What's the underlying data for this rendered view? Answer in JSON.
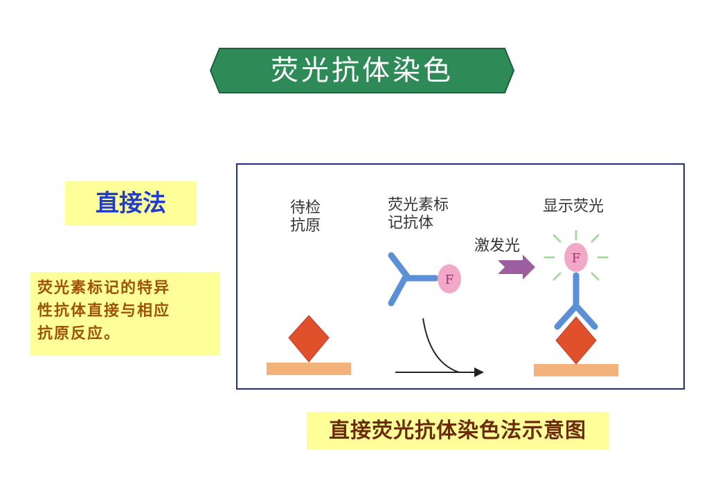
{
  "title": "荧光抗体染色",
  "method_label": "直接法",
  "description_lines": [
    "荧光素标记的特异",
    "性抗体直接与相应",
    "抗原反应。"
  ],
  "diagram": {
    "antigen_label_lines": [
      "待检",
      "抗原"
    ],
    "labeled_antibody_label_lines": [
      "荧光素标",
      "记抗体"
    ],
    "excitation_label": "激发光",
    "display_label": "显示荧光",
    "fluor_symbol": "F"
  },
  "caption": "直接荧光抗体染色法示意图",
  "colors": {
    "banner": "#2e8b57",
    "highlight": "#ffff99",
    "antibody": "#5b8fd6",
    "antigen": "#e0502a",
    "base": "#f2b27a",
    "fluor": "#f1a9c7",
    "excitation_arrow": "#9b5fa0",
    "frame": "#1f2a80"
  }
}
